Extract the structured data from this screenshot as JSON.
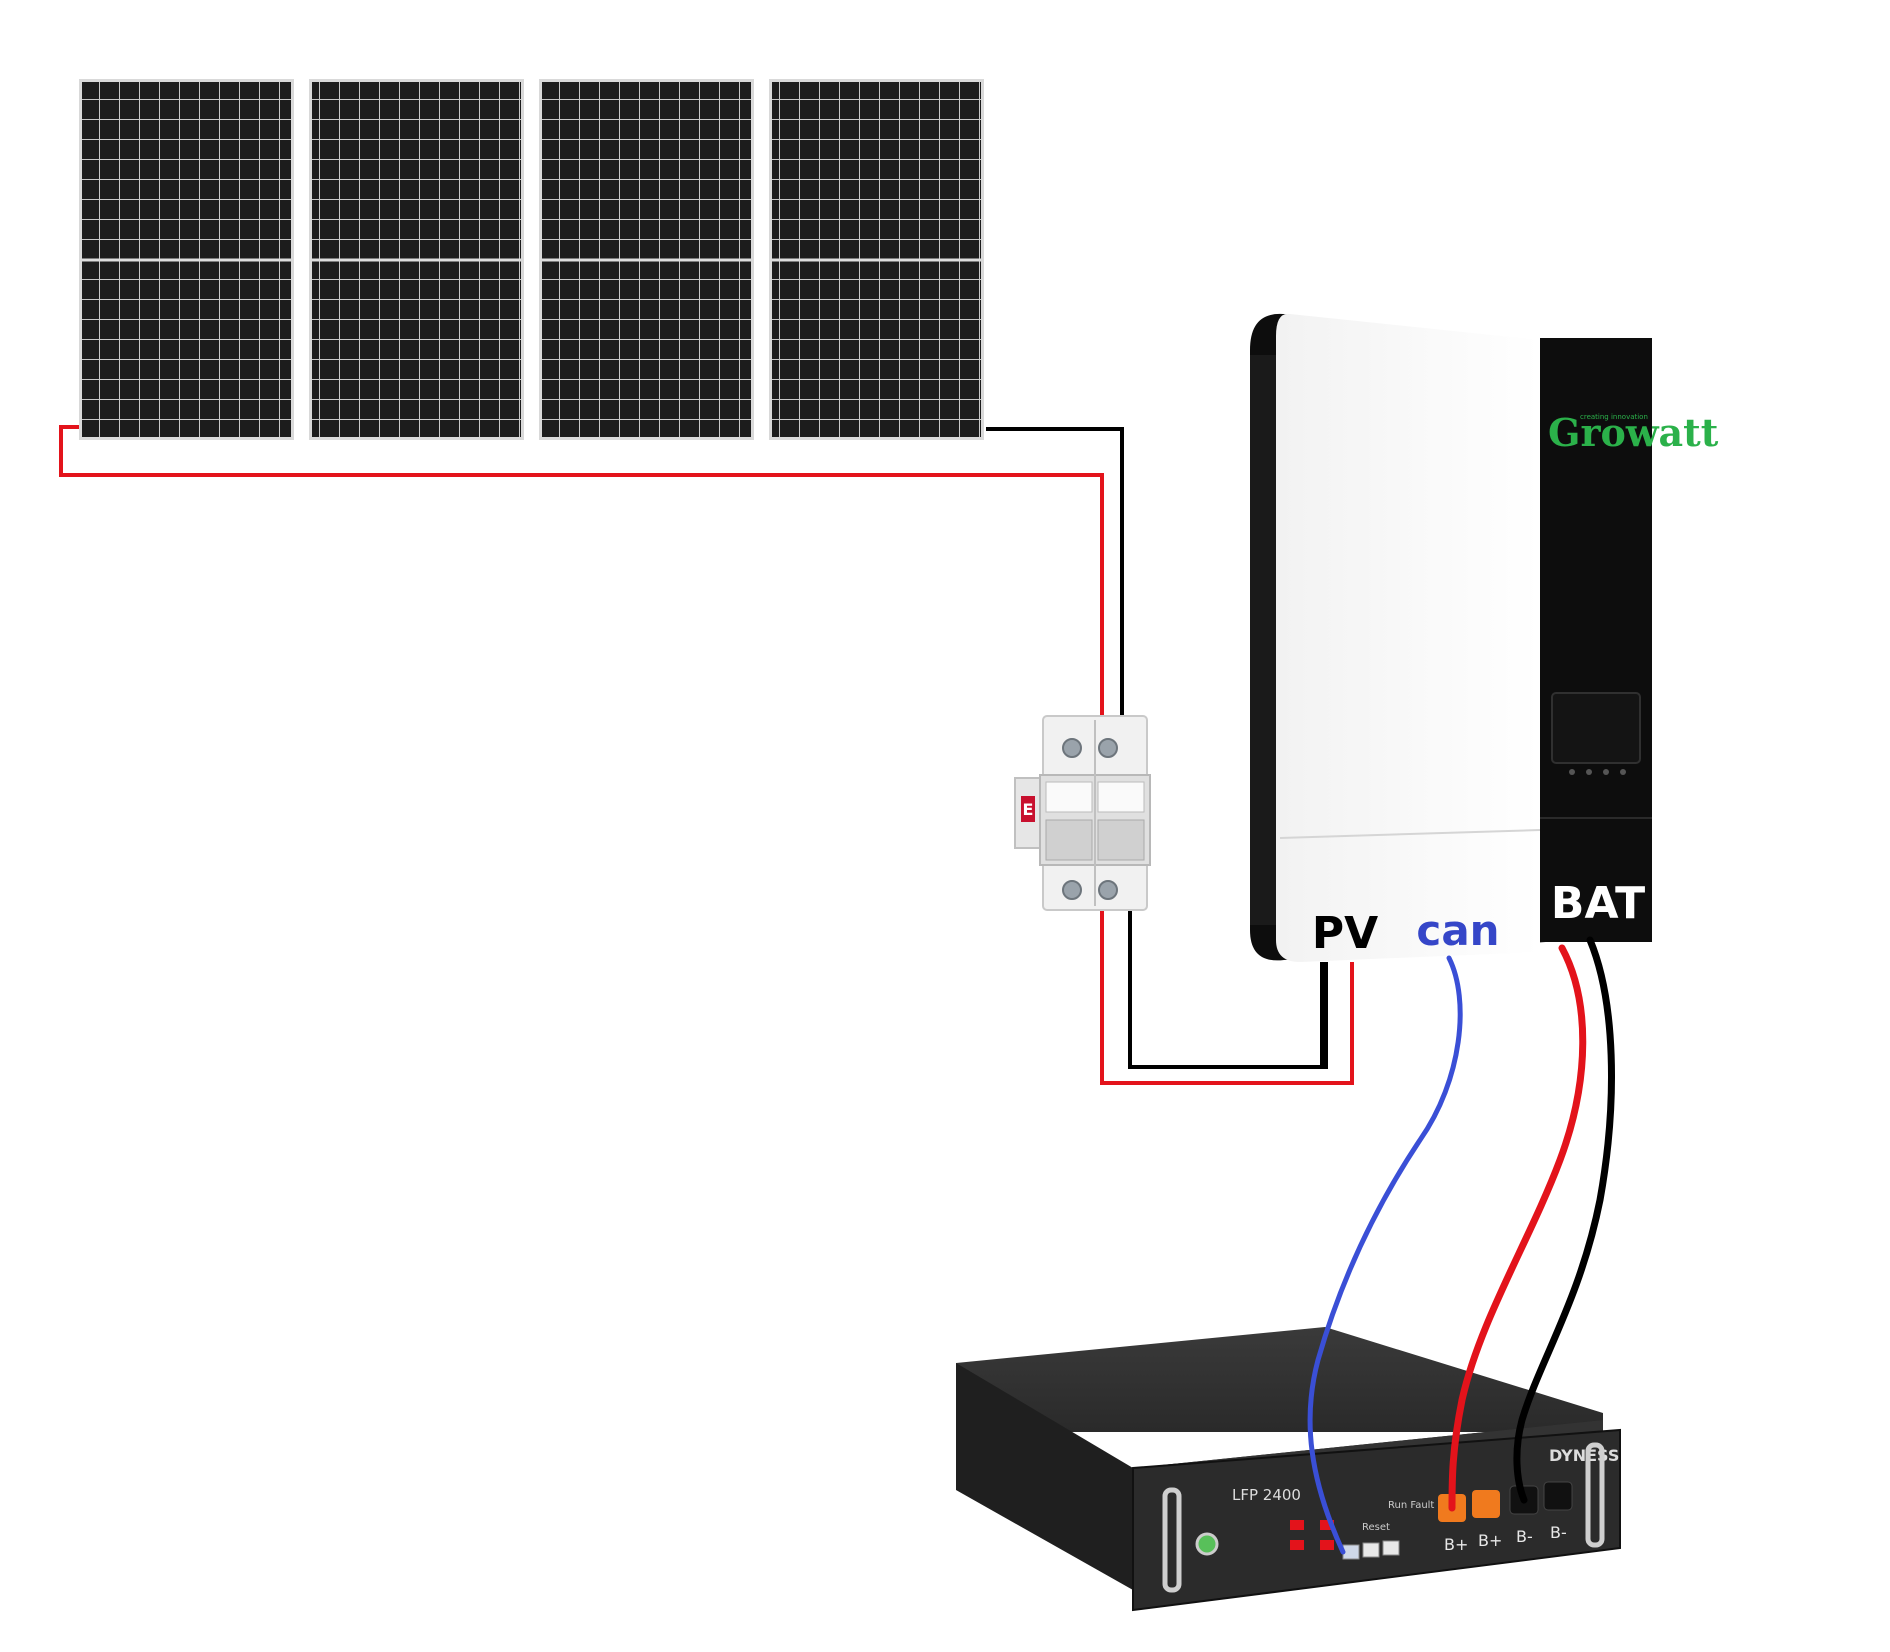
{
  "colors": {
    "positive_wire": "#e3131b",
    "negative_wire": "#000000",
    "can_wire": "#3a4fd6",
    "can_label": "#3546c8",
    "inverter_front": "#ffffff",
    "inverter_side": "#0d0d0d",
    "logo_green": "#2bb14a",
    "battery_body": "#2b2b2b",
    "connector_orange": "#f07a1e",
    "panel_cell": "#1c1c1c"
  },
  "panels": {
    "count": 4,
    "icon": "solar-panel-icon"
  },
  "inverter": {
    "brand": "Growatt",
    "tagline": "creating innovation",
    "pv_label": "PV",
    "can_label": "can",
    "bat_label": "BAT"
  },
  "breaker": {
    "icon": "dc-fuse-holder-icon",
    "mark": "E"
  },
  "battery": {
    "brand": "DYNESS",
    "model": "LFP 2400",
    "run_fault": "Run  Fault",
    "reset": "Reset",
    "terminals": [
      "B+",
      "B+",
      "B-",
      "B-"
    ]
  }
}
